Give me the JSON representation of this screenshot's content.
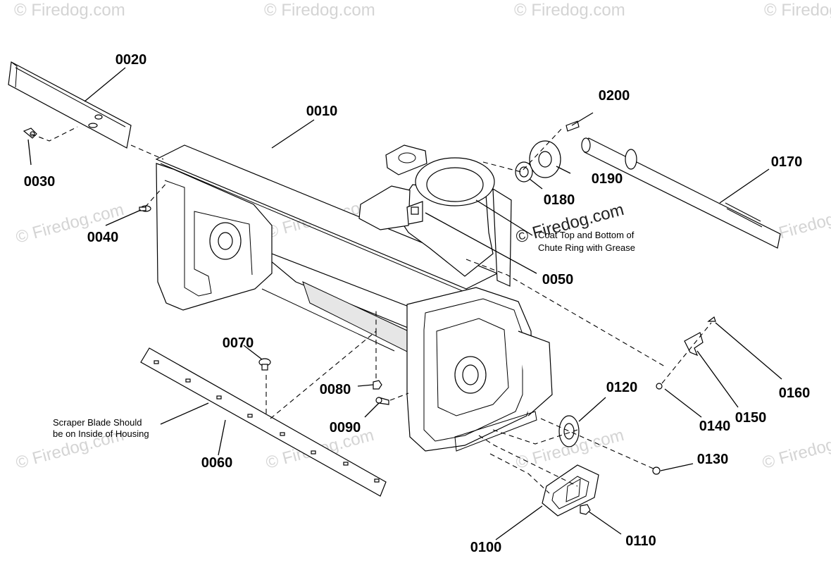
{
  "callouts": {
    "p0010": "0010",
    "p0020": "0020",
    "p0030": "0030",
    "p0040": "0040",
    "p0050": "0050",
    "p0060": "0060",
    "p0070": "0070",
    "p0080": "0080",
    "p0090": "0090",
    "p0100": "0100",
    "p0110": "0110",
    "p0120": "0120",
    "p0130": "0130",
    "p0140": "0140",
    "p0150": "0150",
    "p0160": "0160",
    "p0170": "0170",
    "p0180": "0180",
    "p0190": "0190",
    "p0200": "0200"
  },
  "notes": {
    "chute_line1": "Coat Top and Bottom of",
    "chute_line2": "Chute Ring with Grease",
    "scraper_line1": "Scraper Blade Should",
    "scraper_line2": "be on Inside of Housing"
  },
  "watermark": {
    "text": "© Firedog.com",
    "center_text": "© Firedog.com"
  }
}
